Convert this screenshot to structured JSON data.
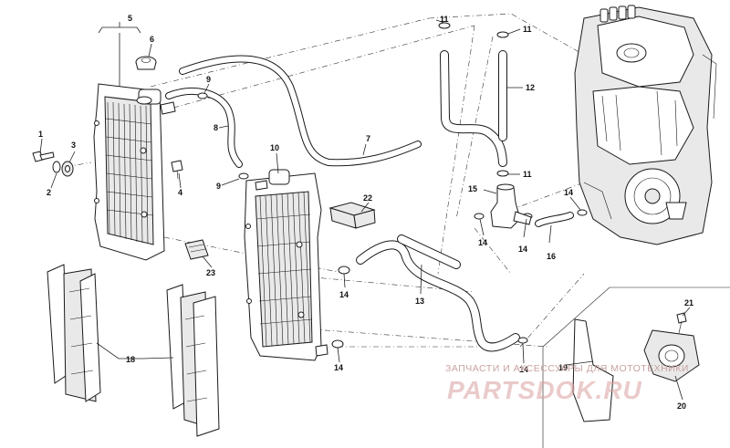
{
  "diagram": {
    "callouts": {
      "c1": "1",
      "c2": "2",
      "c3": "3",
      "c4": "4",
      "c5": "5",
      "c6": "6",
      "c7": "7",
      "c8": "8",
      "c9a": "9",
      "c9b": "9",
      "c10": "10",
      "c11a": "11",
      "c11b": "11",
      "c11c": "11",
      "c12": "12",
      "c13": "13",
      "c14a": "14",
      "c14b": "14",
      "c14c": "14",
      "c14d": "14",
      "c14e": "14",
      "c14f": "14",
      "c15": "15",
      "c16": "16",
      "c18": "18",
      "c19": "19",
      "c20": "20",
      "c21": "21",
      "c22": "22",
      "c23": "23"
    }
  },
  "watermark": {
    "tagline": "ЗАПЧАСТИ И АКСЕССУАРЫ ДЛЯ МОТОТЕХНИКИ",
    "logo_text": "PARTSDOK.RU",
    "color": "#d9a0a0"
  }
}
